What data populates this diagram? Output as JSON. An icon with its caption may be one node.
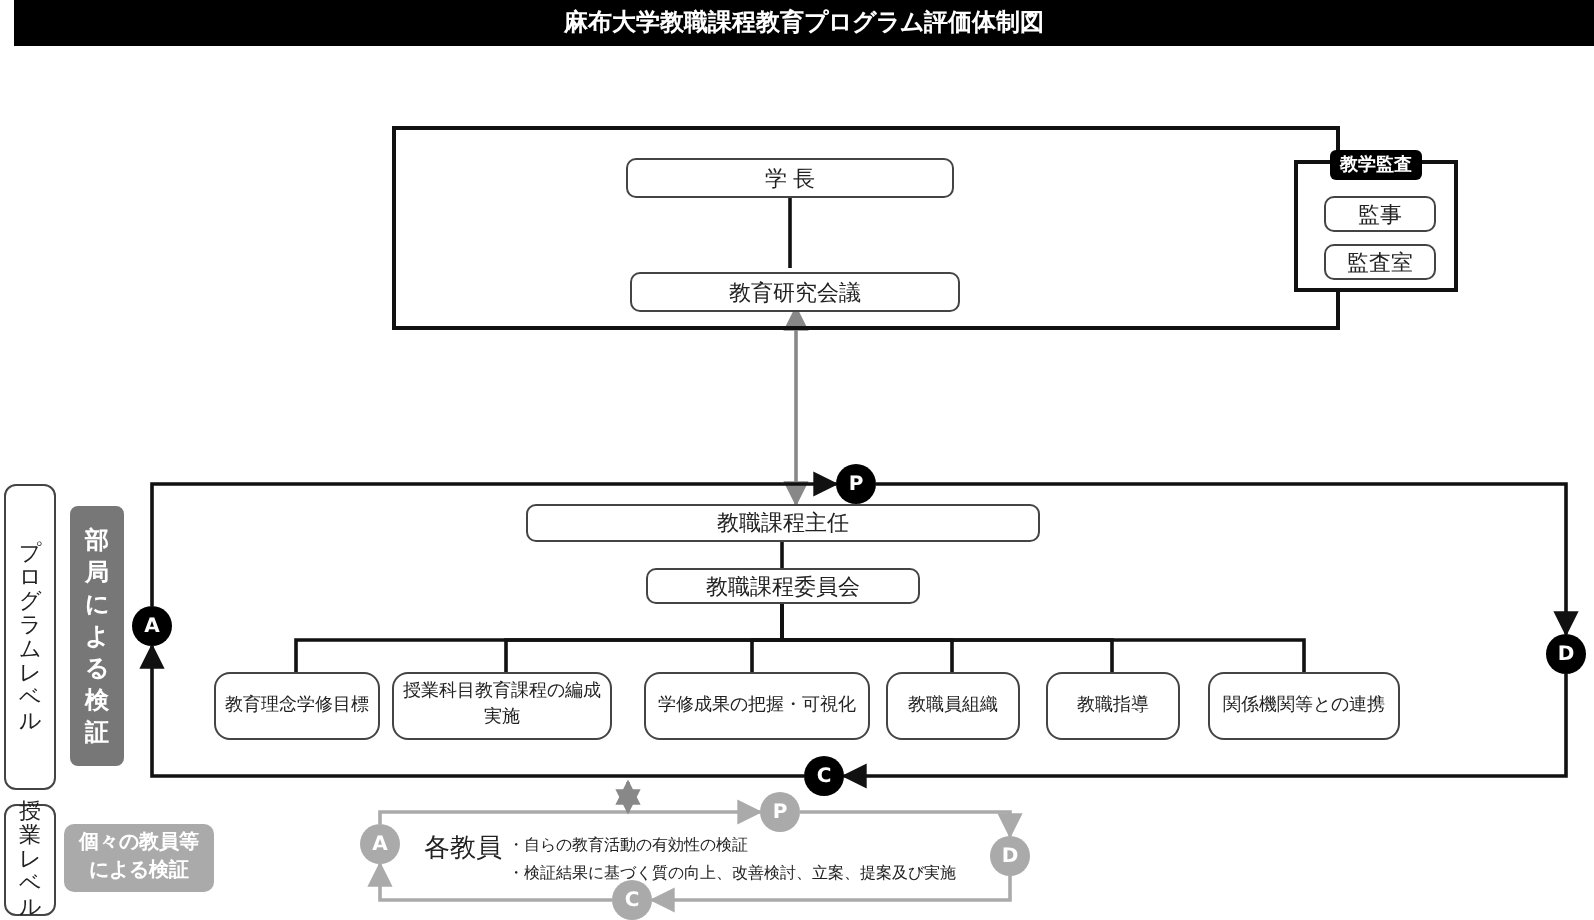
{
  "diagram": {
    "title": "麻布大学教職課程教育プログラム評価体制図",
    "nodes": [
      {
        "text": [],
        "shape": "box"
      },
      {
        "text": [
          "学 長"
        ],
        "in": 0
      },
      {
        "text": [
          "教育研究会議"
        ],
        "in": 0
      },
      {
        "text": [
          "教学監査"
        ]
      },
      {
        "text": [
          "監事"
        ],
        "in": 3
      },
      {
        "text": [
          "監査室"
        ],
        "in": 3
      },
      {
        "text": [
          "プログラムレベル"
        ]
      },
      {
        "text": [
          "部局による検証"
        ]
      },
      {
        "text": [
          "授業レベル"
        ]
      },
      {
        "text": [
          "個々の教員等による検証"
        ]
      },
      {
        "text": [
          "P"
        ]
      },
      {
        "text": [
          "D"
        ]
      },
      {
        "text": [
          "C"
        ]
      },
      {
        "text": [
          "A"
        ]
      },
      {
        "text": [
          "教職課程主任"
        ]
      },
      {
        "text": [
          "教職課程委員会"
        ]
      },
      {
        "text": [
          "教育理念学修目標"
        ]
      },
      {
        "text": [
          "授業科目教育課程の編成実施"
        ]
      },
      {
        "text": [
          "学修成果の把握・可視化"
        ]
      },
      {
        "text": [
          "教職員組織"
        ]
      },
      {
        "text": [
          "教職指導"
        ]
      },
      {
        "text": [
          "関係機関等との連携"
        ]
      },
      {
        "text": [
          "各教員",
          "・自らの教育活動の有効性の検証",
          "・検証結果に基づく質の向上、改善検討、立案、提案及び実施"
        ]
      },
      {
        "text": [
          "P"
        ]
      },
      {
        "text": [
          "D"
        ]
      },
      {
        "text": [
          "C"
        ]
      },
      {
        "text": [
          "A"
        ]
      }
    ],
    "edges": [
      {
        "from": 1,
        "to": 2,
        "arrow": "none"
      },
      {
        "from": 2,
        "to": 14,
        "arrow": "both",
        "color": "#888888"
      },
      {
        "from": 13,
        "to": 10,
        "arrow": "to"
      },
      {
        "from": 10,
        "to": 11,
        "arrow": "to"
      },
      {
        "from": 11,
        "to": 12,
        "arrow": "to"
      },
      {
        "from": 12,
        "to": 13,
        "arrow": "to"
      },
      {
        "from": 14,
        "to": 15,
        "arrow": "none"
      },
      {
        "from": 15,
        "to": 16,
        "arrow": "none"
      },
      {
        "from": 15,
        "to": 17,
        "arrow": "none"
      },
      {
        "from": 15,
        "to": 18,
        "arrow": "none"
      },
      {
        "from": 15,
        "to": 19,
        "arrow": "none"
      },
      {
        "from": 15,
        "to": 20,
        "arrow": "none"
      },
      {
        "from": 15,
        "to": 21,
        "arrow": "none"
      },
      {
        "from": 26,
        "to": 23,
        "arrow": "to",
        "color": "#aaaaaa"
      },
      {
        "from": 23,
        "to": 24,
        "arrow": "to",
        "color": "#aaaaaa"
      },
      {
        "from": 24,
        "to": 25,
        "arrow": "to",
        "color": "#aaaaaa"
      },
      {
        "from": 25,
        "to": 26,
        "arrow": "to",
        "color": "#aaaaaa"
      },
      {
        "from": null,
        "to": 22,
        "arrow": "both",
        "color": "#888888"
      }
    ]
  }
}
